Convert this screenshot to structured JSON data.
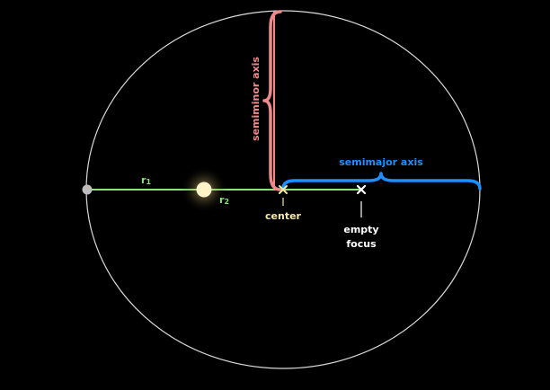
{
  "labels": {
    "semiminor_axis": "semiminor axis",
    "semimajor_axis": "semimajor axis",
    "r1": "r",
    "r1_sub": "1",
    "r2": "r",
    "r2_sub": "2",
    "center": "center",
    "empty_focus_line1": "empty",
    "empty_focus_line2": "focus"
  },
  "colors": {
    "background": "#000000",
    "ellipse": "#d9d9d9",
    "semiminor": "#f08a8a",
    "semimajor": "#1f8fff",
    "radius_lines": "#8ee07a",
    "center_marker": "#f5e6a8",
    "focus_marker": "#ffffff",
    "sun": "#fff4c8",
    "planet": "#bdbdbd"
  }
}
